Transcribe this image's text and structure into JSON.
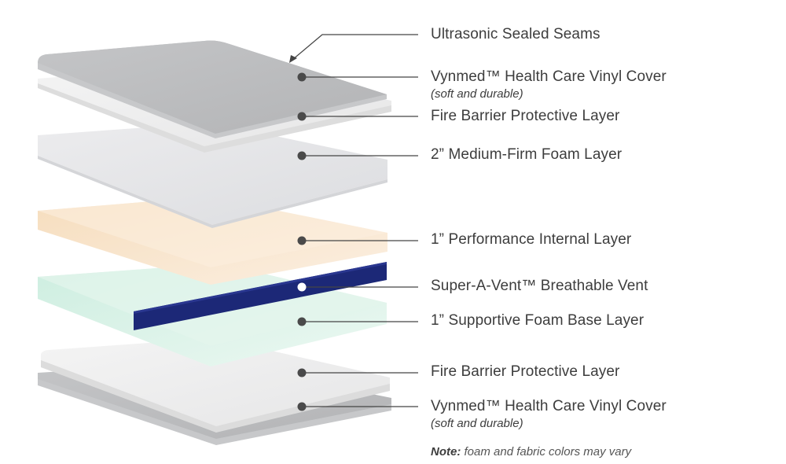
{
  "labels": {
    "seams": "Ultrasonic Sealed Seams",
    "top_cover": "Vynmed™ Health Care Vinyl Cover",
    "top_cover_note": "(soft and durable)",
    "top_fire": "Fire Barrier Protective Layer",
    "foam_2in": "2” Medium-Firm Foam Layer",
    "performance": "1” Performance Internal Layer",
    "vent": "Super-A-Vent™ Breathable Vent",
    "support_base": "1” Supportive Foam Base Layer",
    "bottom_fire": "Fire Barrier Protective Layer",
    "bottom_cover": "Vynmed™ Health Care Vinyl Cover",
    "bottom_cover_note": "(soft and durable)"
  },
  "note": {
    "prefix": "Note:",
    "text": " foam and fabric colors may vary"
  },
  "colors": {
    "vinyl_cover": "#b8b9bb",
    "fire_barrier": "#ececec",
    "medium_foam": "#e3e4e6",
    "performance_layer": "#f8e6d0",
    "support_foam": "#dff3ea",
    "vent": "#1c2877",
    "leader_line": "#444444",
    "text": "#3d3d3d"
  }
}
